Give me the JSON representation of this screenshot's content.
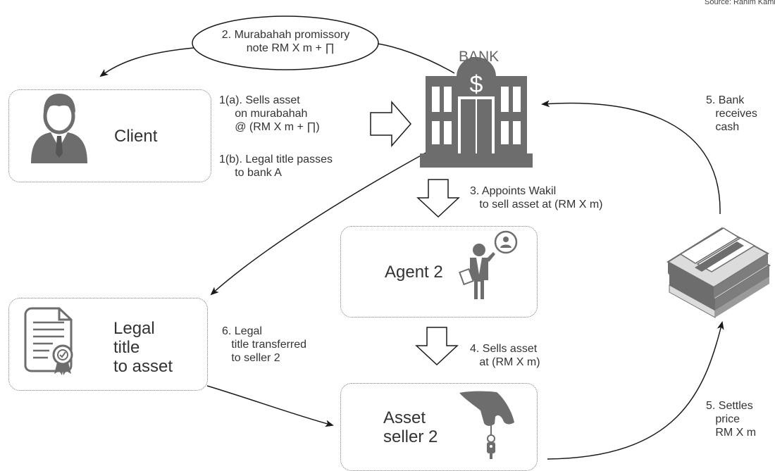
{
  "source": "Source: Rahim Kamil",
  "nodes": {
    "bank": "BANK",
    "client": "Client",
    "agent": "Agent 2",
    "legal_title": "Legal\ntitle\nto asset",
    "seller": "Asset\nseller 2"
  },
  "steps": {
    "s1a": "1(a). Sells asset\n     on murabahah\n     @ (RM X m + ∏)",
    "s1b": "1(b). Legal title passes\n     to bank A",
    "s2": "2. Murabahah promissory\n   note RM X m + ∏",
    "s3": "3. Appoints Wakil\n   to sell asset at (RM X m)",
    "s4": "4. Sells asset\n   at (RM X m)",
    "s5_receive": "5. Bank\n   receives\n   cash",
    "s5_settle": "5. Settles\n   price\n   RM X m",
    "s6": "6. Legal\n   title transferred\n   to seller 2"
  },
  "icons": {
    "bank": "bank-building-icon",
    "client": "businessman-icon",
    "agent": "agent-on-phone-icon",
    "legal_title": "certificate-document-icon",
    "seller": "hand-holding-key-icon",
    "cash": "cash-stack-icon"
  },
  "colors": {
    "icon": "#6d6d6d",
    "line": "#1a1a1a",
    "text": "#333333"
  }
}
